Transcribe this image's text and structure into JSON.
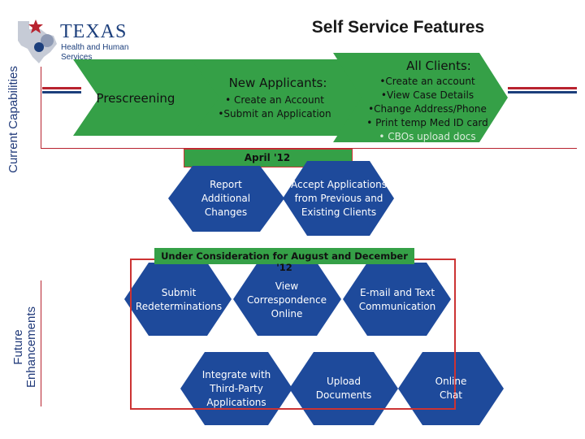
{
  "page": {
    "title": "Self Service Features"
  },
  "logo": {
    "line1": "TEXAS",
    "line2": "Health and Human",
    "line3": "Services"
  },
  "sections": {
    "current_label": "Current Capabilities",
    "future_label": "Future Enhancements"
  },
  "current": {
    "prescreening": "Prescreening",
    "new_applicants": {
      "heading": "New Applicants:",
      "items": [
        "• Create an Account",
        "•Submit an Application"
      ]
    },
    "all_clients": {
      "heading": "All Clients:",
      "items": [
        "•Create an account",
        "•View Case Details",
        "•Change Address/Phone",
        "• Print temp Med ID card",
        "• CBOs upload docs"
      ]
    }
  },
  "april": {
    "banner": "April '12",
    "items": [
      {
        "lines": [
          "Report",
          "Additional",
          "Changes"
        ]
      },
      {
        "lines": [
          "Accept Applications",
          "from Previous and",
          "Existing Clients"
        ]
      }
    ]
  },
  "future": {
    "banner": "Under Consideration for August and December  '12",
    "items": [
      {
        "lines": [
          "Submit",
          "Redeterminations"
        ]
      },
      {
        "lines": [
          "View",
          "Correspondence",
          "Online"
        ]
      },
      {
        "lines": [
          "E-mail and Text",
          "Communication"
        ]
      },
      {
        "lines": [
          "Integrate with",
          "Third-Party",
          "Applications"
        ]
      },
      {
        "lines": [
          "Upload",
          "Documents"
        ]
      },
      {
        "lines": [
          "Online",
          "Chat"
        ]
      }
    ]
  },
  "colors": {
    "hex_fill": "#1e4a9b",
    "arrow_fill": "#35a047",
    "banner_border": "#cc3333",
    "navy": "#1c3f7c",
    "red": "#b8232f"
  }
}
